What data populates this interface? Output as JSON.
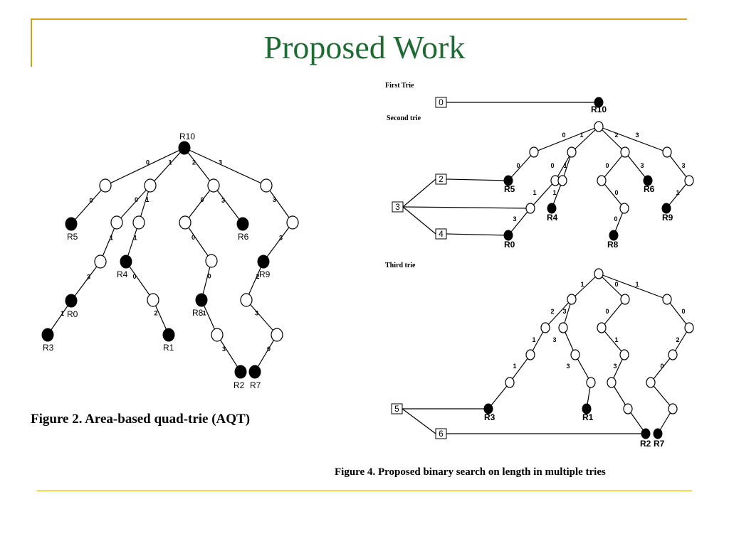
{
  "slide": {
    "title": "Proposed Work",
    "accent_color": "#d4a017",
    "title_color": "#1f6b34"
  },
  "figure2": {
    "caption": "Figure 2. Area-based quad-trie (AQT)",
    "node_labels": [
      "R10",
      "R5",
      "R4",
      "R6",
      "R9",
      "R0",
      "R8",
      "R3",
      "R1",
      "R2",
      "R7"
    ],
    "edge_labels": [
      "0",
      "1",
      "2",
      "3",
      "0",
      "0",
      "1",
      "0",
      "3",
      "3",
      "1",
      "1",
      "0",
      "3",
      "3",
      "0",
      "0",
      "2",
      "1",
      "2",
      "1",
      "3",
      "3",
      "0"
    ]
  },
  "figure4": {
    "caption": "Figure 4. Proposed binary search on length in multiple tries",
    "sections": [
      "First Trie",
      "Second trie",
      "Third trie"
    ],
    "box_labels": [
      "0",
      "2",
      "3",
      "4",
      "5",
      "6"
    ],
    "node_labels": [
      "R10",
      "R5",
      "R4",
      "R6",
      "R9",
      "R0",
      "R8",
      "R3",
      "R1",
      "R2",
      "R7"
    ],
    "edge_labels": [
      "0",
      "1",
      "2",
      "3",
      "0",
      "0",
      "1",
      "0",
      "3",
      "3",
      "1",
      "1",
      "0",
      "1",
      "3",
      "0",
      "1",
      "0",
      "1",
      "2",
      "3",
      "0",
      "0",
      "1",
      "3",
      "1",
      "2",
      "1",
      "3",
      "3",
      "0"
    ]
  }
}
